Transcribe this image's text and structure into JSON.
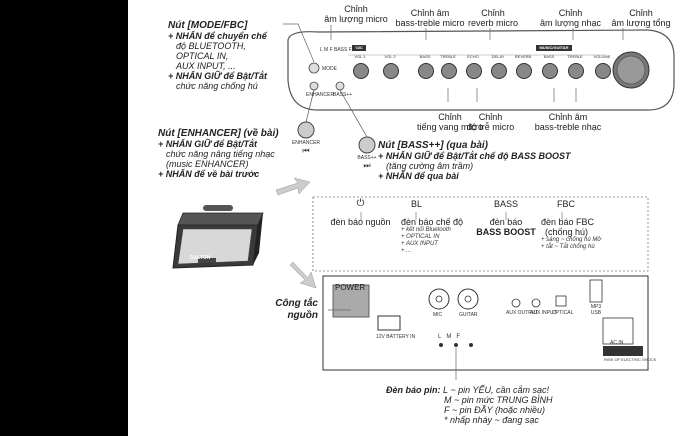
{
  "panel": {
    "mic_badge": "MIC",
    "music_badge": "MUSIC/GUITAR",
    "knob_labels": [
      "VOL 1",
      "VOL 2",
      "BASS",
      "TREBLE",
      "ECHO",
      "DELAY",
      "REVERB",
      "BASS",
      "TREBLE",
      "VOLUME"
    ],
    "mode_labels": [
      "L",
      "M",
      "F",
      "BASS",
      "FBC",
      "MODE",
      "ENHANCER",
      "BASS++"
    ]
  },
  "top_labels": {
    "mic_volume": [
      "Chỉnh",
      "âm lượng micro"
    ],
    "mic_bass_treble": [
      "Chỉnh âm",
      "bass-treble micro"
    ],
    "reverb": [
      "Chỉnh",
      "reverb micro"
    ],
    "music_volume": [
      "Chỉnh",
      "âm lượng nhạc"
    ],
    "master_volume": [
      "Chỉnh",
      "âm lượng tổng"
    ]
  },
  "bottom_labels": {
    "echo": [
      "Chỉnh",
      "tiếng vang micro"
    ],
    "delay": [
      "Chỉnh",
      "độ trễ micro"
    ],
    "music_bass_treble": [
      "Chỉnh âm",
      "bass-treble nhạc"
    ]
  },
  "mode_fbc": {
    "title": "Nút [MODE/FBC]",
    "line1": "+ NHẤN để chuyển chế",
    "line2": "độ BLUETOOTH,",
    "line3": "OPTICAL IN,",
    "line4": "AUX INPUT, ...",
    "line5": "+ NHẤN GIỮ để Bật/Tắt",
    "line6": "chức năng chống hú"
  },
  "enhancer": {
    "title": "Nút [ENHANCER] (về bài)",
    "line1": "+ NHẤN GIỮ để Bật/Tắt",
    "line2": "chức năng nâng tiếng nhạc",
    "line3": "(music ENHANCER)",
    "line4": "+ NHẤN để về bài trước",
    "button_label": "ENHANCER",
    "button_icon": "⏮"
  },
  "bass_plus": {
    "title": "Nút [BASS++] (qua bài)",
    "line1": "+ NHẤN GIỮ để Bật/Tắt chế độ BASS BOOST",
    "line2": "(tăng cường âm trầm)",
    "line3": "+ NHẤN để qua bài",
    "button_label": "BASS++",
    "button_icon": "⏭"
  },
  "indicators": {
    "power": {
      "symbol": "⏻",
      "title": "đèn báo nguồn"
    },
    "bl": {
      "code": "BL",
      "title": "đèn báo chế độ",
      "items": [
        "+ kết nối Bluetooth",
        "+ OPTICAL IN",
        "+ AUX INPUT",
        "+ ..."
      ]
    },
    "bass": {
      "code": "BASS",
      "title": "đèn báo",
      "subtitle": "BASS BOOST"
    },
    "fbc": {
      "code": "FBC",
      "title": "đèn báo FBC",
      "subtitle": "(chống hú)",
      "items": [
        "+ sáng ~ chống hú Mở",
        "+ tắt ~ Tắt chống hú"
      ]
    }
  },
  "power_switch": {
    "line1": "Công tắc",
    "line2": "nguồn"
  },
  "back_panel": {
    "power_label": "POWER",
    "mic_label": "MIC",
    "guitar_label": "GUITAR",
    "aux_output": "AUX OUTPUT",
    "aux_input": "AUX INPUT",
    "optical": "OPTICAL",
    "mp3": "MP3",
    "usb": "USB",
    "battery_label": "12V BATTERY IN",
    "acin": "AC IN",
    "leds": [
      "L",
      "M",
      "F"
    ],
    "warning": "RISK OF ELECTRIC SHOCK"
  },
  "battery_legend": {
    "title": "Đèn báo pin:",
    "l": "L ~ pin YẾU, cần cắm sạc!",
    "m": "M ~ pin mức TRUNG BÌNH",
    "f": "F ~ pin ĐẦY (hoặc nhiều)",
    "blink": "* nhấp nháy ~ đang sạc"
  },
  "speaker_logo": "DALTON"
}
